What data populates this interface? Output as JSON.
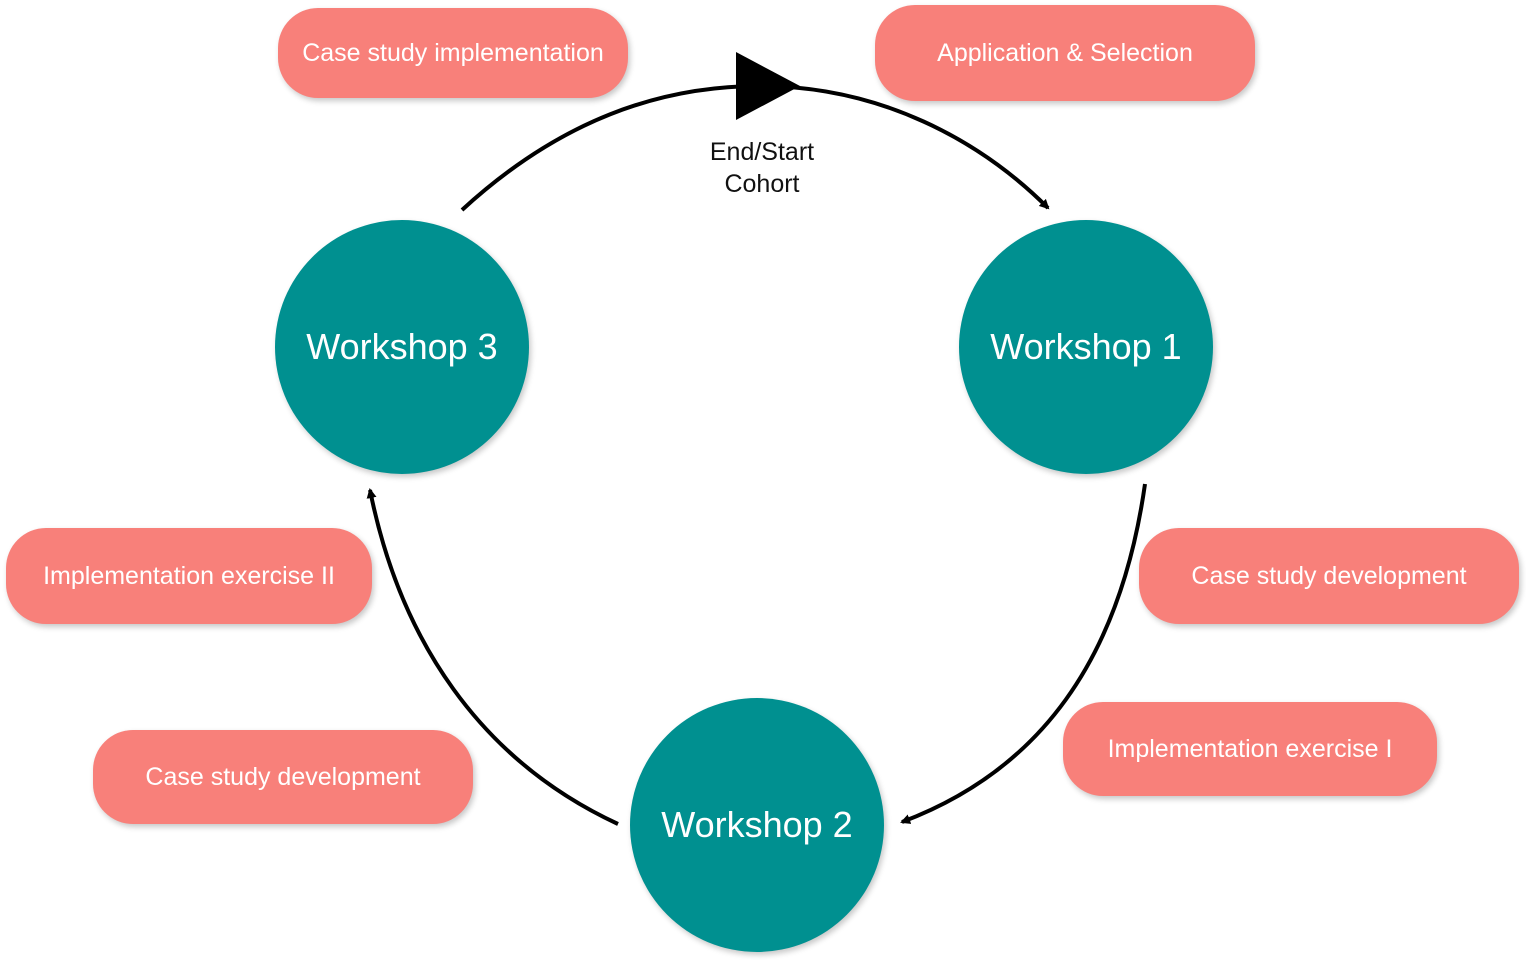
{
  "colors": {
    "workshop_fill": "#009090",
    "activity_fill": "#f8807a",
    "text_light": "#ffffff",
    "arrow": "#000000"
  },
  "cycle": {
    "start_label": [
      "End/Start",
      "Cohort"
    ],
    "workshops": {
      "w1": "Workshop 1",
      "w2": "Workshop 2",
      "w3": "Workshop 3"
    },
    "activities": {
      "case_study_implementation": "Case study implementation",
      "application_selection": "Application & Selection",
      "case_study_development_right": "Case study development",
      "implementation_exercise_1": "Implementation exercise I",
      "implementation_exercise_2": "Implementation exercise II",
      "case_study_development_left": "Case study development"
    }
  }
}
